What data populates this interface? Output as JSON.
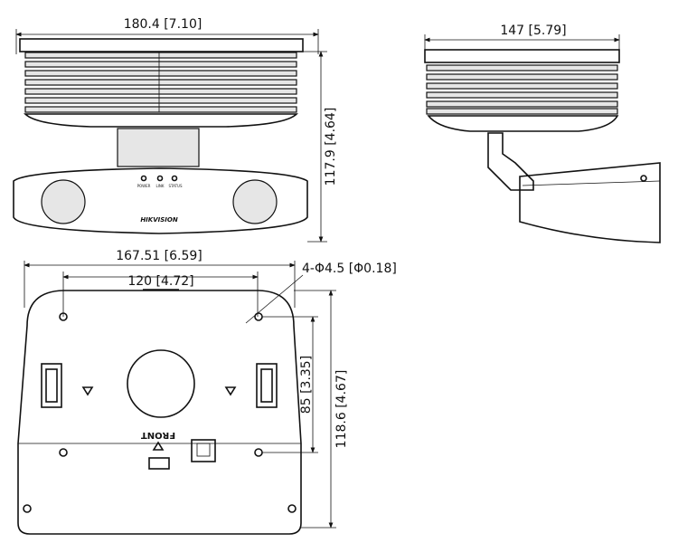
{
  "front_view": {
    "width_dim": "180.4 [7.10]",
    "height_dim": "117.9 [4.64]",
    "indicators": [
      "POWER",
      "LINK",
      "STATUS"
    ],
    "brand": "HIKVISION"
  },
  "side_view": {
    "width_dim": "147 [5.79]"
  },
  "bottom_view": {
    "width_dim": "167.51 [6.59]",
    "hole_spacing_dim": "120 [4.72]",
    "hole_spec": "4-Φ4.5 [Φ0.18]",
    "hole_vertical_dim": "85 [3.35]",
    "height_dim": "118.6 [4.67]",
    "front_label": "FRONT"
  }
}
